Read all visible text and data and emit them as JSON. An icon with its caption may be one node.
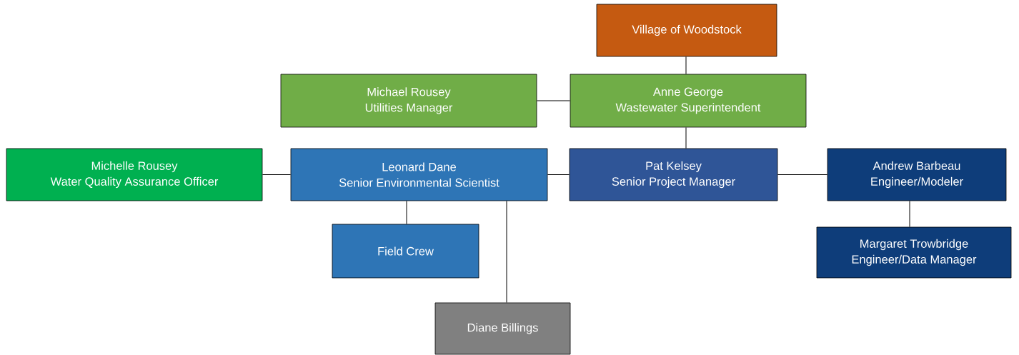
{
  "diagram": {
    "nodes": [
      {
        "text": [
          "Village of Woodstock"
        ]
      },
      {
        "text": [
          "Anne George",
          "Wastewater Superintendent"
        ]
      },
      {
        "text": [
          "Michael Rousey",
          "Utilities Manager"
        ]
      },
      {
        "text": [
          "Pat Kelsey",
          "Senior Project Manager"
        ]
      },
      {
        "text": [
          "Leonard Dane",
          "Senior Environmental Scientist"
        ]
      },
      {
        "text": [
          "Michelle Rousey",
          "Water Quality Assurance Officer"
        ]
      },
      {
        "text": [
          "Andrew Barbeau",
          "Engineer/Modeler"
        ]
      },
      {
        "text": [
          "Field Crew"
        ]
      },
      {
        "text": [
          "Diane Billings"
        ]
      },
      {
        "text": [
          "Margaret Trowbridge",
          "Engineer/Data Manager"
        ]
      }
    ],
    "edges": [
      {
        "from": 0,
        "to": 1,
        "arrow": "none"
      },
      {
        "from": 2,
        "to": 1,
        "arrow": "none"
      },
      {
        "from": 1,
        "to": 3,
        "arrow": "none"
      },
      {
        "from": 4,
        "to": 3,
        "arrow": "none"
      },
      {
        "from": 5,
        "to": 4,
        "arrow": "none"
      },
      {
        "from": 3,
        "to": 6,
        "arrow": "none"
      },
      {
        "from": 4,
        "to": 7,
        "arrow": "none"
      },
      {
        "from": 4,
        "to": 8,
        "arrow": "none"
      },
      {
        "from": 6,
        "to": 9,
        "arrow": "none"
      }
    ]
  }
}
